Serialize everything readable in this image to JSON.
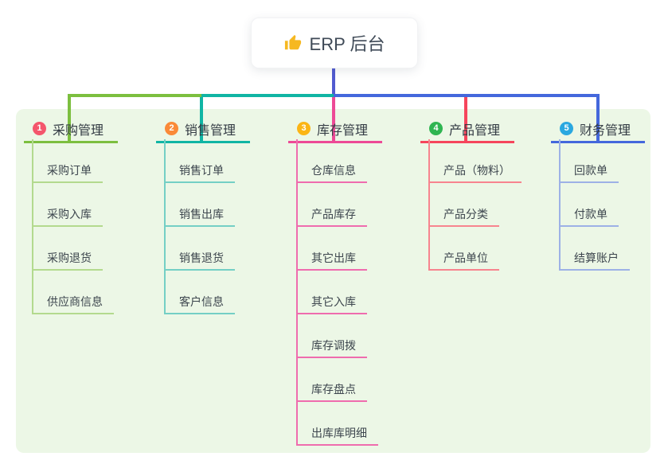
{
  "root": {
    "label": "ERP 后台",
    "icon": "thumbs-up"
  },
  "branches": [
    {
      "index": "1",
      "label": "采购管理",
      "badge_color": "#f4566c",
      "line_color": "#7cbf3f",
      "child_line_color": "#b3da8e",
      "children": [
        "采购订单",
        "采购入库",
        "采购退货",
        "供应商信息"
      ]
    },
    {
      "index": "2",
      "label": "销售管理",
      "badge_color": "#fa8a38",
      "line_color": "#10b5a4",
      "child_line_color": "#74cfc5",
      "children": [
        "销售订单",
        "销售出库",
        "销售退货",
        "客户信息"
      ]
    },
    {
      "index": "3",
      "label": "库存管理",
      "badge_color": "#fbb515",
      "line_color": "#ed4a96",
      "child_line_color": "#ef6cae",
      "children": [
        "仓库信息",
        "产品库存",
        "其它出库",
        "其它入库",
        "库存调拨",
        "库存盘点",
        "出库库明细"
      ]
    },
    {
      "index": "4",
      "label": "产品管理",
      "badge_color": "#2fb551",
      "line_color": "#f6455c",
      "child_line_color": "#f7848f",
      "children": [
        "产品（物料）",
        "产品分类",
        "产品单位"
      ]
    },
    {
      "index": "5",
      "label": "财务管理",
      "badge_color": "#2aa8e0",
      "line_color": "#4468dc",
      "child_line_color": "#9db1e6",
      "children": [
        "回款单",
        "付款单",
        "结算账户"
      ]
    }
  ],
  "colors": {
    "root_line": "#525bd0",
    "panel_bg": "#ecf7e6",
    "canvas_bg": "#ffffff",
    "root_text": "#3f4a57",
    "thumb_icon": "#f6b821"
  }
}
